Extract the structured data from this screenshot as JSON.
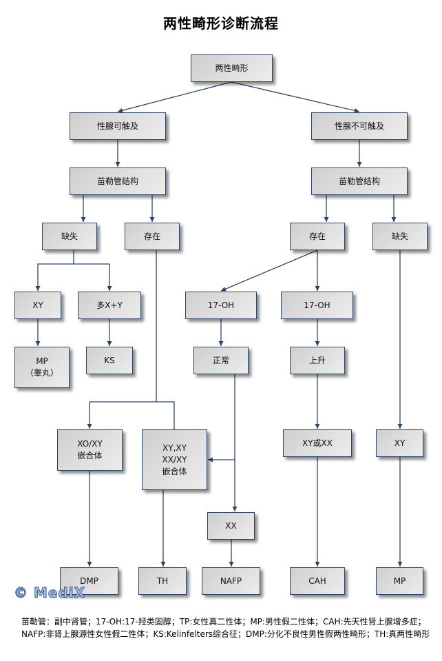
{
  "title": "两性畸形诊断流程",
  "colors": {
    "node_border": "#2c4565",
    "link": "#2c4565",
    "watermark": "#a9bedf"
  },
  "nodes": {
    "root": "两性畸形",
    "gonad_palpable": "性腺可触及",
    "gonad_not_palpable": "性腺不可触及",
    "mullerian_left": "苗勒管结构",
    "mullerian_right": "苗勒管结构",
    "absent_left": "缺失",
    "present_left": "存在",
    "present_right": "存在",
    "absent_right": "缺失",
    "xy_left": "XY",
    "multi_x_y": "多X+Y",
    "oh17_left": "17-OH",
    "oh17_right": "17-OH",
    "mp_testis": "MP\n（睾丸）",
    "ks": "KS",
    "normal": "正常",
    "elevated": "上升",
    "xo_xy_mosaic": "XO/XY\n嵌合体",
    "xy_xx_mosaic": "XY,XY\nXX/XY\n嵌合体",
    "xy_or_xx": "XY或XX",
    "xy_right": "XY",
    "xx": "XX",
    "dmp": "DMP",
    "th": "TH",
    "nafp": "NAFP",
    "cah": "CAH",
    "mp_right": "MP"
  },
  "watermark": "© MediX",
  "footnote": "苗勒管：副中肾管；17-OH:17-羟类固醇；TP:女性真二性体；MP:男性假二性体；CAH:先天性肾上腺增多症；NAFP:非肾上腺源性女性假二性体；KS:Kelinfelters综合征；DMP:分化不良性男性假两性畸形；TH:真两性畸形"
}
